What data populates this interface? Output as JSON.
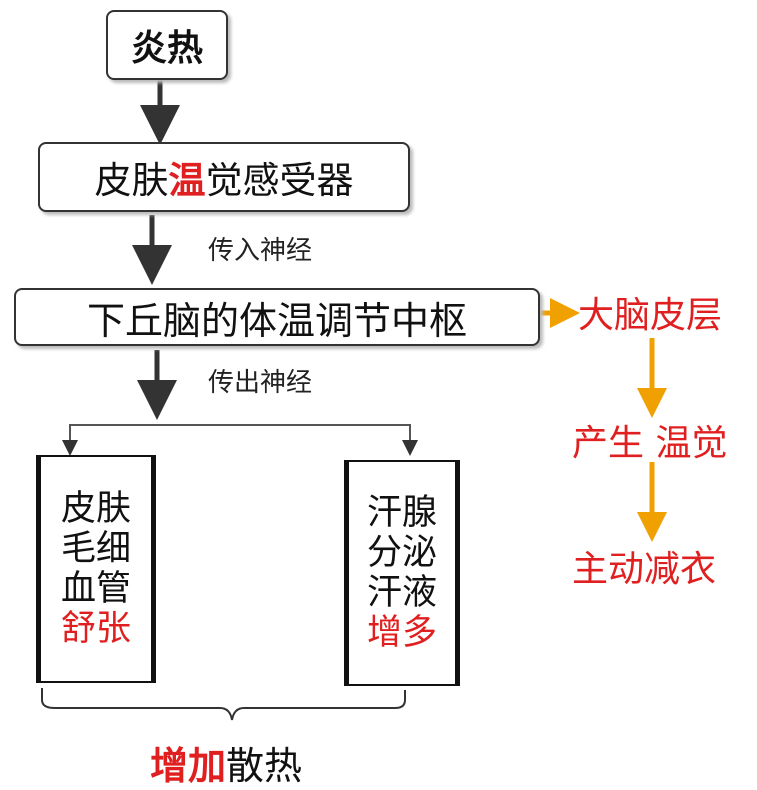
{
  "top_box": {
    "text": "炎热"
  },
  "receptor": {
    "prefix": "皮肤",
    "highlight": "温",
    "suffix": "觉感受器"
  },
  "afferent_label": "传入神经",
  "center": {
    "text": "下丘脑的体温调节中枢"
  },
  "efferent_label": "传出神经",
  "left_column": {
    "lines": [
      "皮肤",
      "毛细",
      "血管"
    ],
    "result": "舒张"
  },
  "right_column": {
    "lines": [
      "汗腺",
      "分泌",
      "汗液"
    ],
    "result": "增多"
  },
  "bottom": {
    "highlight": "增加",
    "rest": "散热"
  },
  "side_chain": {
    "cortex": "大脑皮层",
    "sensation": "产生 温觉",
    "action": "主动减衣"
  },
  "colors": {
    "arrow": "#333333",
    "side_arrow": "#f0a000",
    "highlight": "#e02020"
  }
}
